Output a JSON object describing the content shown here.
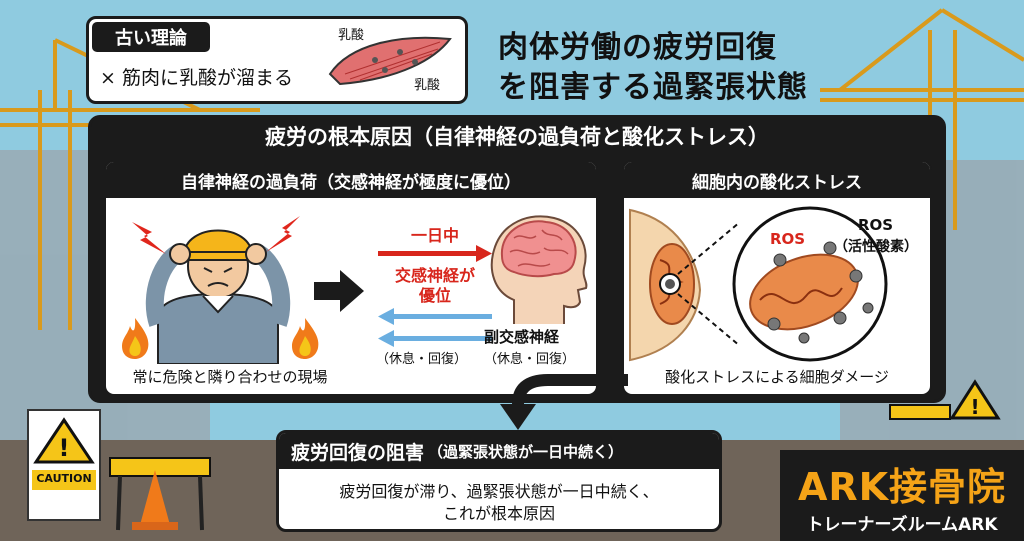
{
  "old_theory": {
    "tag": "古い理論",
    "statement": "× 筋肉に乳酸が溜まる",
    "lactic_label_1": "乳酸",
    "lactic_label_2": "乳酸"
  },
  "headline": {
    "line1": "肉体労働の疲労回復",
    "line2": "を阻害する過緊張状態"
  },
  "root_cause": {
    "title": "疲労の根本原因（自律神経の過負荷と酸化ストレス）"
  },
  "autonomic": {
    "title": "自律神経の過負荷（交感神経が極度に優位）",
    "caption": "常に危険と隣り合わせの現場",
    "all_day": "一日中",
    "sympathetic_line1": "交感神経が",
    "sympathetic_line2": "優位",
    "rest_left": "（休息・回復）",
    "parasympathetic": "副交感神経",
    "rest_right": "（休息・回復）"
  },
  "oxidative": {
    "title": "細胞内の酸化ストレス",
    "ros_red": "ROS",
    "ros_label": "ROS",
    "ros_sub": "（活性酸素）",
    "caption": "酸化ストレスによる細胞ダメージ"
  },
  "obstruction": {
    "title": "疲労回復の阻害",
    "title_sub": "（過緊張状態が一日中続く）",
    "body_line1": "疲労回復が滞り、過緊張状態が一日中続く、",
    "body_line2": "これが根本原因"
  },
  "signs": {
    "caution": "CAUTION"
  },
  "brand": {
    "name": "ARK接骨院",
    "sub": "トレーナーズルームARK"
  },
  "colors": {
    "accent_red": "#d8261c",
    "brand_orange": "#f5a317",
    "blue_arrow": "#6aaee0",
    "panel_dark": "#1b1b1b",
    "crane_yellow": "#e8a820"
  }
}
